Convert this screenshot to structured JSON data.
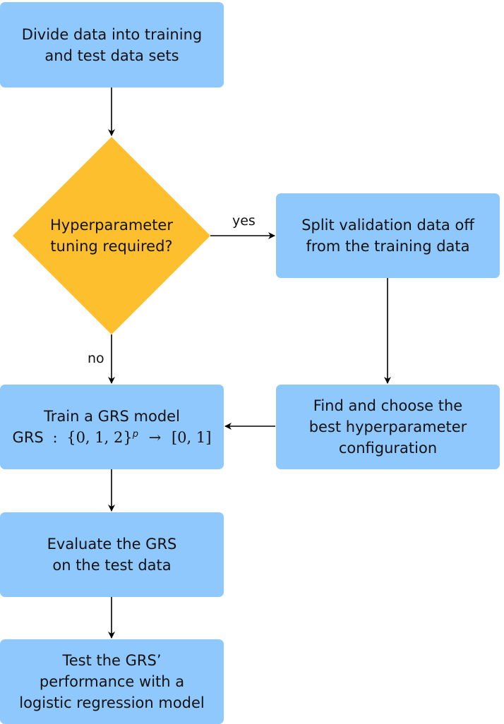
{
  "nodes": {
    "divide": {
      "lines": [
        "Divide data into training",
        "and test data sets"
      ]
    },
    "decision": {
      "lines": [
        "Hyperparameter",
        "tuning required?"
      ]
    },
    "split": {
      "lines": [
        "Split validation data off",
        "from the training data"
      ]
    },
    "find": {
      "lines": [
        "Find and choose the",
        "best hyperparameter",
        "configuration"
      ]
    },
    "train": {
      "line1": "Train a GRS model",
      "formula_lhs": "GRS",
      "formula_colon": ":",
      "formula_domain": "{0, 1, 2}",
      "formula_exp": "p",
      "formula_arrow": "→",
      "formula_range": "[0, 1]"
    },
    "evaluate": {
      "lines": [
        "Evaluate the GRS",
        "on the test data"
      ]
    },
    "test": {
      "lines": [
        "Test the GRS’",
        "performance with a",
        "logistic regression model"
      ]
    }
  },
  "edges": {
    "yes_label": "yes",
    "no_label": "no"
  },
  "colors": {
    "box_fill": "#8ec8fc",
    "decision_fill": "#fdbf2d",
    "arrow": "#000000"
  }
}
